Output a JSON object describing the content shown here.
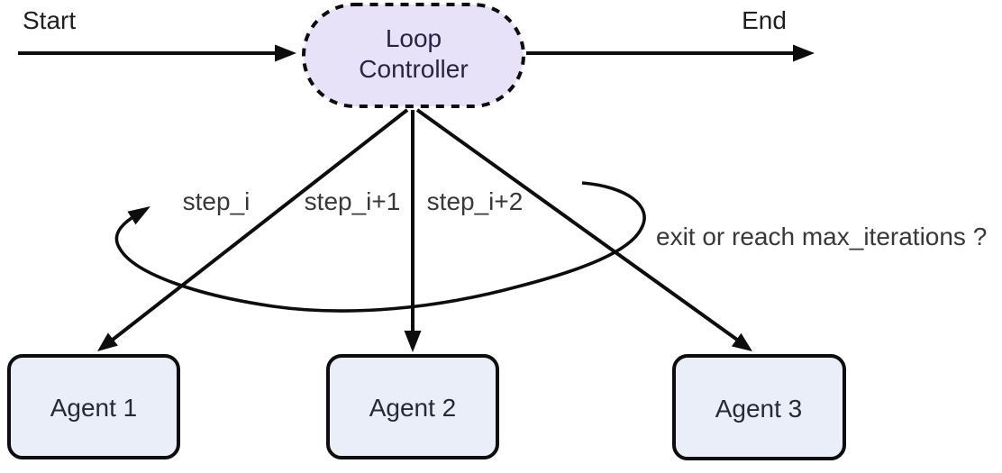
{
  "diagram": {
    "title": "Loop Controller multi-agent flow",
    "terminals": {
      "start_label": "Start",
      "end_label": "End"
    },
    "controller": {
      "label_line1": "Loop",
      "label_line2": "Controller",
      "fill": "#e8e2f8",
      "border_color": "#0d0d0d",
      "border_style": "dashed"
    },
    "agents": [
      {
        "label": "Agent 1"
      },
      {
        "label": "Agent 2"
      },
      {
        "label": "Agent 3"
      }
    ],
    "agent_style": {
      "fill": "#e9eef8",
      "border_color": "#0d0d0d"
    },
    "edge_labels": {
      "step_1": "step_i",
      "step_2": "step_i+1",
      "step_3": "step_i+2",
      "loop_condition": "exit or reach max_iterations ?"
    },
    "colors": {
      "background": "#ffffff",
      "line": "#0d0d0d",
      "label_text": "#383838"
    }
  }
}
